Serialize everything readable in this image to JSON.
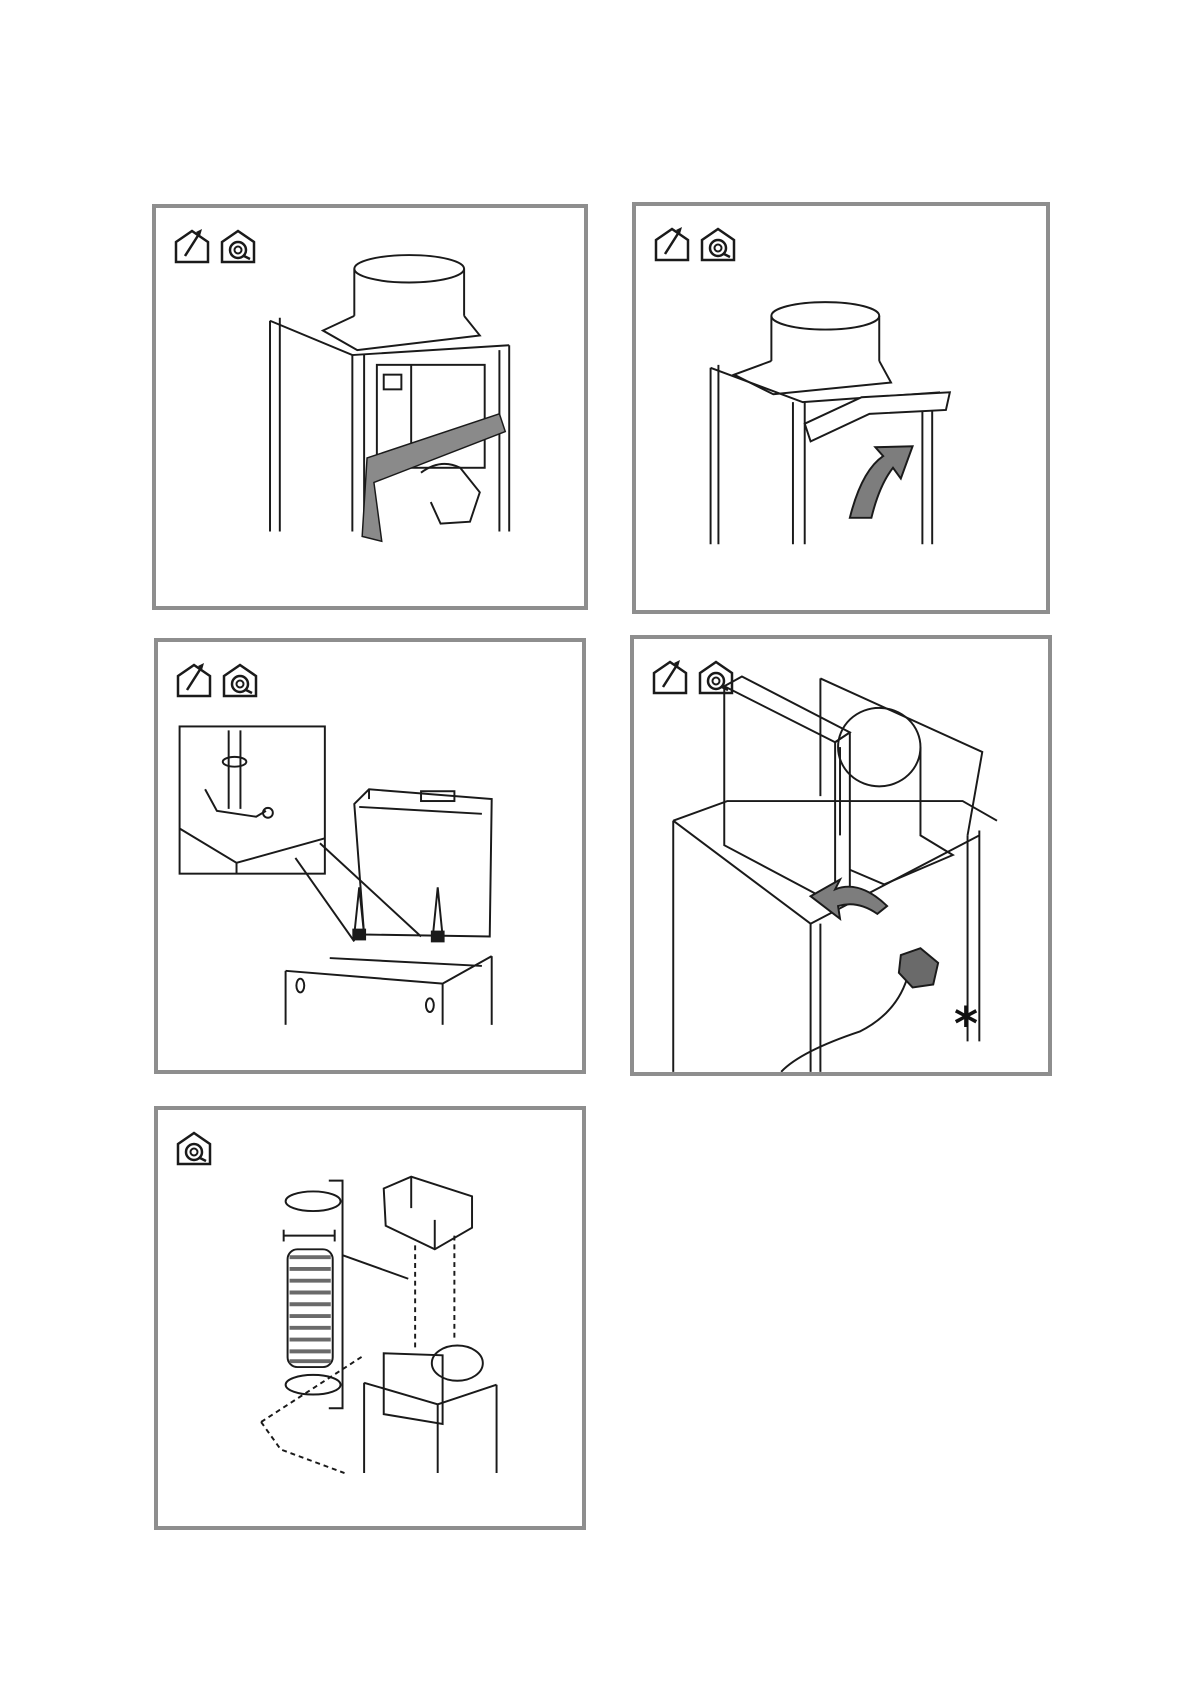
{
  "page": {
    "background": "#ffffff",
    "frame_color": "#8e8e8e",
    "line_color": "#1a1a1a",
    "fill_gray": "#8a8a8a"
  },
  "panels": [
    {
      "name": "panel-remove-tape",
      "icons": [
        "ducted-installation-icon",
        "recirculation-installation-icon"
      ]
    },
    {
      "name": "panel-remove-cover",
      "icons": [
        "ducted-installation-icon",
        "recirculation-installation-icon"
      ]
    },
    {
      "name": "panel-fit-filter-box",
      "icons": [
        "ducted-installation-icon",
        "recirculation-installation-icon"
      ]
    },
    {
      "name": "panel-connect-plug",
      "icons": [
        "ducted-installation-icon",
        "recirculation-installation-icon"
      ],
      "marker": "*"
    },
    {
      "name": "panel-fit-hose",
      "icons": [
        "recirculation-installation-icon"
      ]
    }
  ]
}
